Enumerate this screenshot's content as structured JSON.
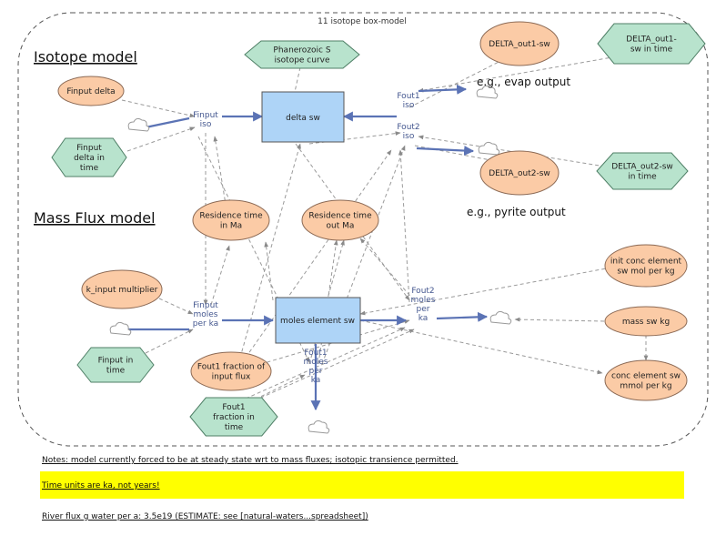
{
  "model_title": "11 isotope box-model",
  "sections": {
    "isotope": "Isotope model",
    "mass_flux": "Mass Flux model"
  },
  "stocks": {
    "delta_sw": "delta sw",
    "moles_element_sw": "moles element sw"
  },
  "flows": {
    "finput_iso": [
      "Finput",
      "iso"
    ],
    "fout1_iso": [
      "Fout1",
      "iso"
    ],
    "fout2_iso": [
      "Fout2",
      "iso"
    ],
    "finput_moles": [
      "Finput",
      "moles",
      "per ka"
    ],
    "fout1_moles": [
      "Fout1",
      "moles",
      "per",
      "ka"
    ],
    "fout2_moles": [
      "Fout2",
      "moles",
      "per",
      "ka"
    ]
  },
  "converters": {
    "finput_delta": [
      "Finput delta"
    ],
    "residence_time_in": [
      "Residence time",
      "in Ma"
    ],
    "residence_time_out": [
      "Residence time",
      "out Ma"
    ],
    "k_input_multiplier": [
      "k_input multiplier"
    ],
    "fout1_fraction_input": [
      "Fout1 fraction of",
      "input flux"
    ],
    "delta_out1": [
      "DELTA_out1-sw"
    ],
    "delta_out2": [
      "DELTA_out2-sw"
    ],
    "init_conc": [
      "init conc element",
      "sw mol per kg"
    ],
    "mass_sw": [
      "mass sw kg"
    ],
    "conc_element": [
      "conc element sw",
      "mmol per kg"
    ]
  },
  "graphicals": {
    "phanerozoic": [
      "Phanerozoic S",
      "isotope curve"
    ],
    "finput_delta_time": [
      "Finput",
      "delta in",
      "time"
    ],
    "delta_out1_time": [
      "DELTA_out1-",
      "sw in time"
    ],
    "delta_out2_time": [
      "DELTA_out2-sw",
      "in time"
    ],
    "finput_time": [
      "Finput in",
      "time"
    ],
    "fout1_fraction_time": [
      "Fout1",
      "fraction in",
      "time"
    ]
  },
  "annotations": {
    "evap": "e.g., evap output",
    "pyrite": "e.g., pyrite output"
  },
  "notes": {
    "steady_state": "Notes: model currently forced to be at steady state wrt to mass fluxes; isotopic transience permitted.",
    "time_units": "Time units are ka, not years!",
    "river_flux": "River flux g water per a: 3.5e19 (ESTIMATE: see [natural-waters...spreadsheet])"
  },
  "colors": {
    "stock_fill": "#aed4f7",
    "converter_fill": "#fbcba6",
    "graphical_fill": "#b8e3cd",
    "flow_pipe": "#5b73b5",
    "connector": "#9a9a9a",
    "highlight": "#ffff00"
  }
}
